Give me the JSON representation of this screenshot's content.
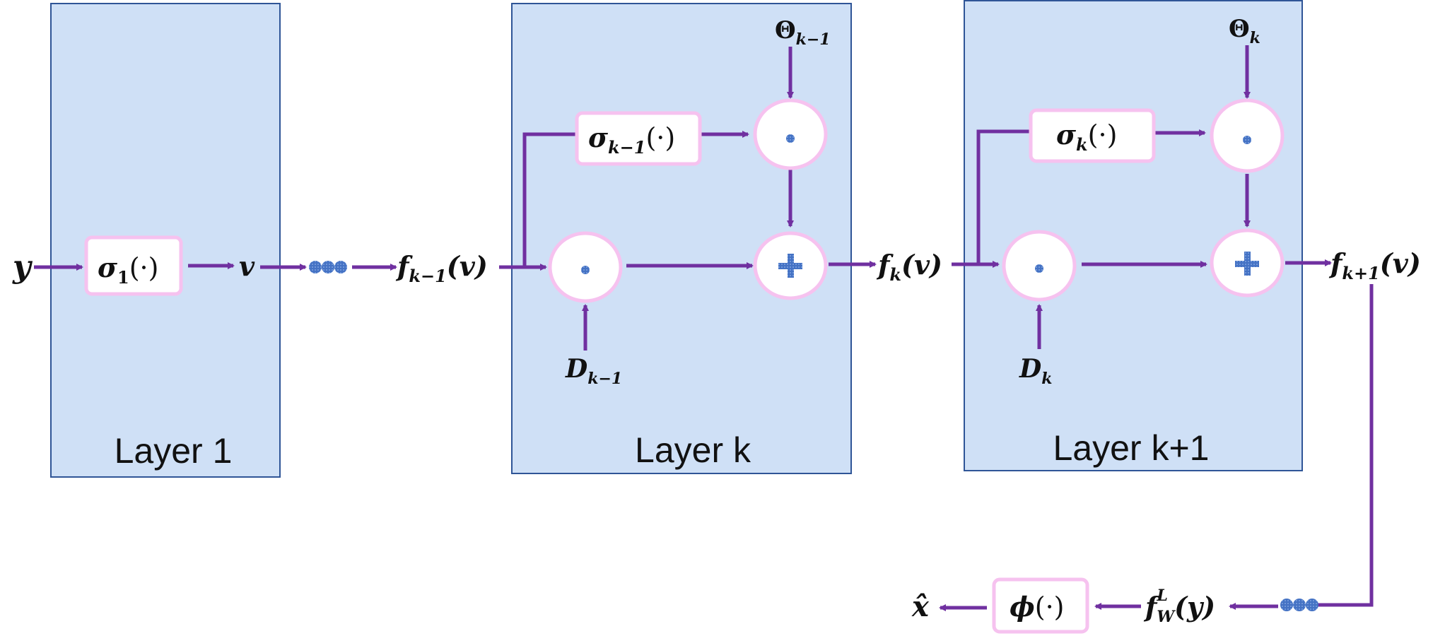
{
  "colors": {
    "layer_fill": "#cfe0f6",
    "layer_border": "#2f5597",
    "arrow": "#7030a0",
    "node_border": "#f6c2ef",
    "node_fill": "#ffffff",
    "dot": "#4472c4",
    "plus": "#4472c4"
  },
  "layers": [
    {
      "label": "Layer 1"
    },
    {
      "label": "Layer k"
    },
    {
      "label": "Layer k+1"
    }
  ],
  "labels": {
    "input": "y",
    "sigma1": {
      "base": "σ",
      "sub": "1",
      "arg": "(·)"
    },
    "v": "v",
    "f_km1": {
      "base": "f",
      "sub": "k−1",
      "arg": "(v)"
    },
    "sigma_km1": {
      "base": "σ",
      "sub": "k−1",
      "arg": "(·)"
    },
    "theta_km1": {
      "base": "Θ",
      "sub": "k−1"
    },
    "d_km1": {
      "base": "D",
      "sub": "k−1"
    },
    "f_k": {
      "base": "f",
      "sub": "k",
      "arg": "(v)"
    },
    "sigma_k": {
      "base": "σ",
      "sub": "k",
      "arg": "(·)"
    },
    "theta_k": {
      "base": "Θ",
      "sub": "k"
    },
    "d_k": {
      "base": "D",
      "sub": "k"
    },
    "f_kp1": {
      "base": "f",
      "sub": "k+1",
      "arg": "(v)"
    },
    "f_WL": {
      "base": "f",
      "sub": "W",
      "sup": "L",
      "arg": "(y)"
    },
    "phi": {
      "base": "ϕ",
      "arg": "(·)"
    },
    "xhat": "x̂"
  },
  "icons": {
    "ellipsis": "ellipsis-dots-icon",
    "multiply": "hadamard-dot-icon",
    "add": "plus-icon"
  }
}
